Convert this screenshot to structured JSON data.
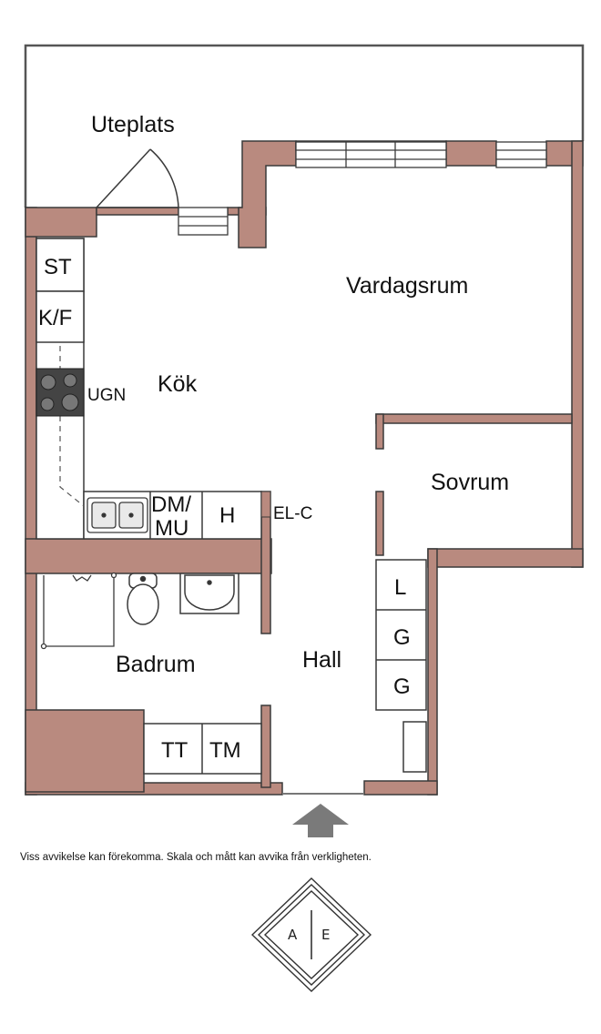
{
  "colors": {
    "wall": "#b98a7f",
    "outline": "#3a3a3a",
    "background": "#ffffff",
    "arrow": "#7a7a7a",
    "stove": "#444444"
  },
  "rooms": {
    "terrace": "Uteplats",
    "living": "Vardagsrum",
    "kitchen": "Kök",
    "bedroom": "Sovrum",
    "bathroom": "Badrum",
    "hall": "Hall"
  },
  "fixtures": {
    "freezer": "ST",
    "fridge_freezer": "K/F",
    "oven": "UGN",
    "dishwasher_line1": "DM/",
    "dishwasher_line2": "MU",
    "h": "H",
    "electric_cabinet": "EL-C",
    "wardrobe_l": "L",
    "wardrobe_g1": "G",
    "wardrobe_g2": "G",
    "dryer": "TT",
    "washer": "TM"
  },
  "disclaimer": "Viss avvikelse kan förekomma. Skala och mått kan avvika från verkligheten.",
  "logo": {
    "left": "A",
    "right": "E"
  },
  "icons": [
    "entrance-arrow-icon",
    "stove-icon",
    "sink-icon",
    "toilet-icon",
    "washbasin-icon",
    "logo-diamond-icon"
  ]
}
